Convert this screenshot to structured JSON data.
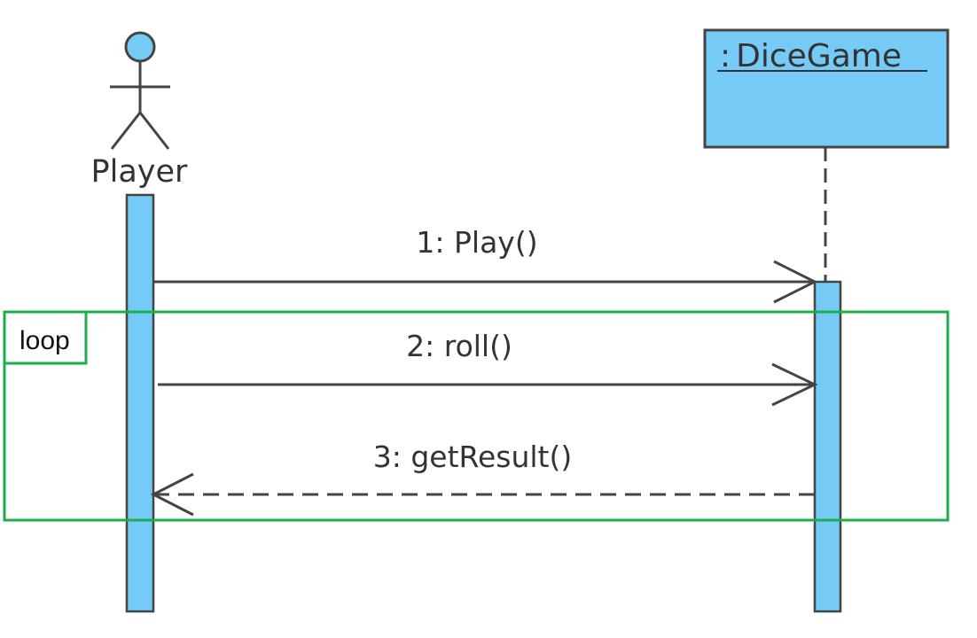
{
  "actor": {
    "name": "Player"
  },
  "object": {
    "prefix": ":",
    "name": "DiceGame"
  },
  "messages": [
    {
      "label": "1: Play()",
      "kind": "synchronous"
    },
    {
      "label": "2: roll()",
      "kind": "synchronous"
    },
    {
      "label": "3:  getResult()",
      "kind": "return"
    }
  ],
  "fragment": {
    "operator": "loop"
  },
  "colors": {
    "fill": "#75CBF6",
    "stroke": "#444444",
    "frame": "#1AAF4B",
    "text": "#333333"
  }
}
